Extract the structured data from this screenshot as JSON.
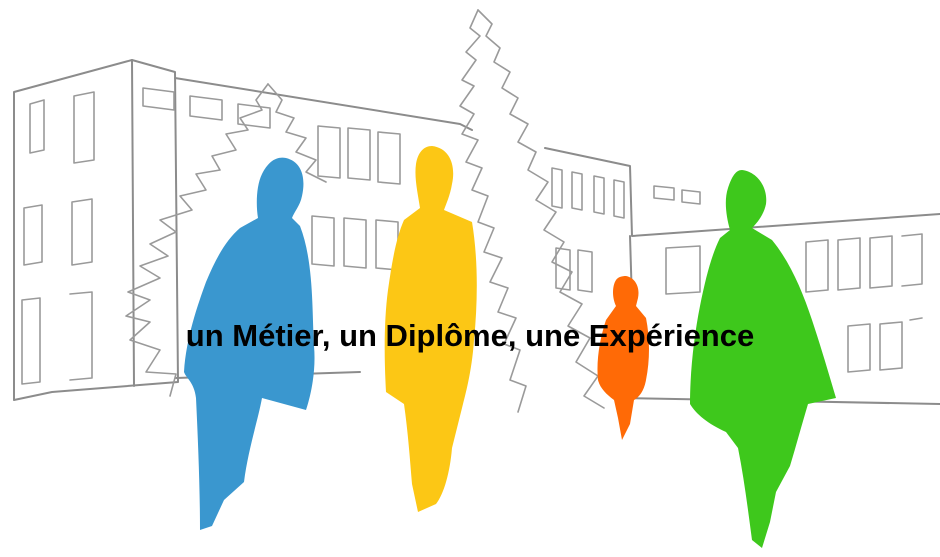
{
  "tagline": "un Métier, un Diplôme, une Expérience",
  "colors": {
    "figure_blue": "#3a97cf",
    "figure_yellow": "#fcc715",
    "figure_orange": "#ff6a06",
    "figure_green": "#3ec81c",
    "sketch_line": "#8c8c8c",
    "text": "#000000"
  },
  "icons": [
    "building-sketch",
    "tree-sketch",
    "person-silhouette"
  ]
}
